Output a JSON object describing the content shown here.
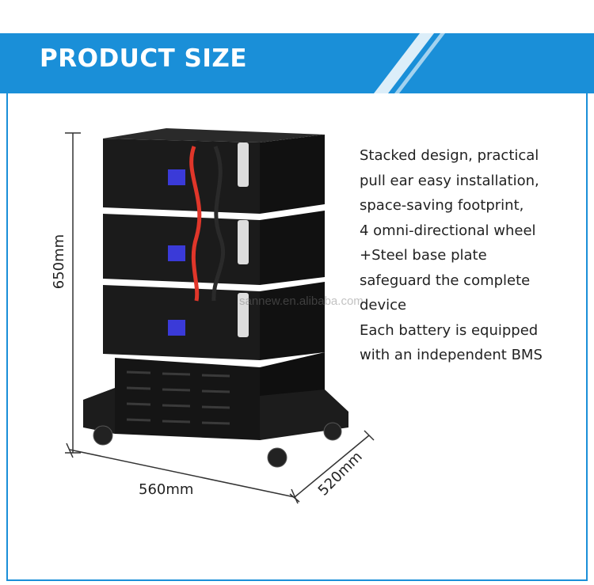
{
  "banner": {
    "title": "PRODUCT SIZE"
  },
  "description": {
    "lines": [
      "Stacked design, practical",
      "pull ear easy installation,",
      "space-saving footprint,",
      "4 omni-directional wheel",
      "+Steel base plate",
      "safeguard the complete",
      "device",
      "Each battery is equipped",
      "with an independent BMS"
    ]
  },
  "dimensions": {
    "height": "650mm",
    "width": "560mm",
    "depth": "520mm"
  },
  "watermark": "sannew.en.alibaba.com",
  "colors": {
    "accent": "#1a8fd8",
    "battery_body": "#1b1b1b",
    "cable_red": "#e0362a",
    "lcd_blue": "#3a3ad8"
  }
}
